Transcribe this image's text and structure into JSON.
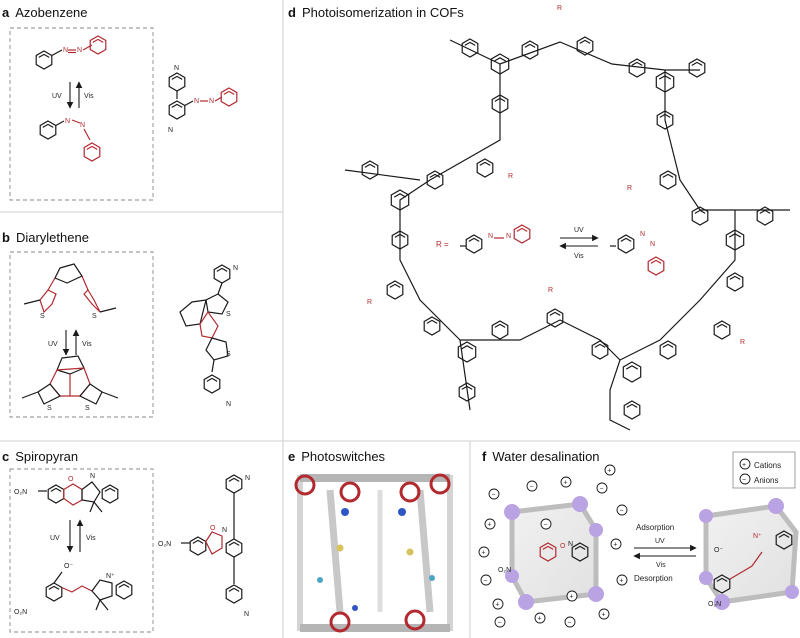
{
  "panels": {
    "a": {
      "letter": "a",
      "title": "Azobenzene",
      "uv": "UV",
      "vis": "Vis",
      "n": "N"
    },
    "b": {
      "letter": "b",
      "title": "Diarylethene",
      "uv": "UV",
      "vis": "Vis",
      "s": "S",
      "n": "N"
    },
    "c": {
      "letter": "c",
      "title": "Spiropyran",
      "uv": "UV",
      "vis": "Vis",
      "no2": "O₂N",
      "o": "O",
      "ominus": "O⁻",
      "nplus": "N⁺",
      "n": "N"
    },
    "d": {
      "letter": "d",
      "title": "Photoisomerization in COFs",
      "r": "R",
      "r_eq": "R =",
      "uv": "UV",
      "vis": "Vis",
      "n": "N"
    },
    "e": {
      "letter": "e",
      "title": "Photoswitches"
    },
    "f": {
      "letter": "f",
      "title": "Water desalination",
      "legend": {
        "cations": "Cations",
        "anions": "Anions",
        "plus": "+",
        "minus": "−"
      },
      "adsorption": "Adsorption",
      "desorption": "Desorption",
      "uv": "UV",
      "vis": "Vis",
      "no2": "O₂N",
      "o": "O",
      "ominus": "O⁻",
      "n": "N",
      "nplus": "N⁺"
    }
  },
  "colors": {
    "red": "#b22a2f",
    "purple": "#b9a3e3",
    "gray": "#8a8a8a",
    "cyan": "#4aa5c7",
    "yellow": "#d6c35a",
    "blue": "#2f56c4"
  }
}
